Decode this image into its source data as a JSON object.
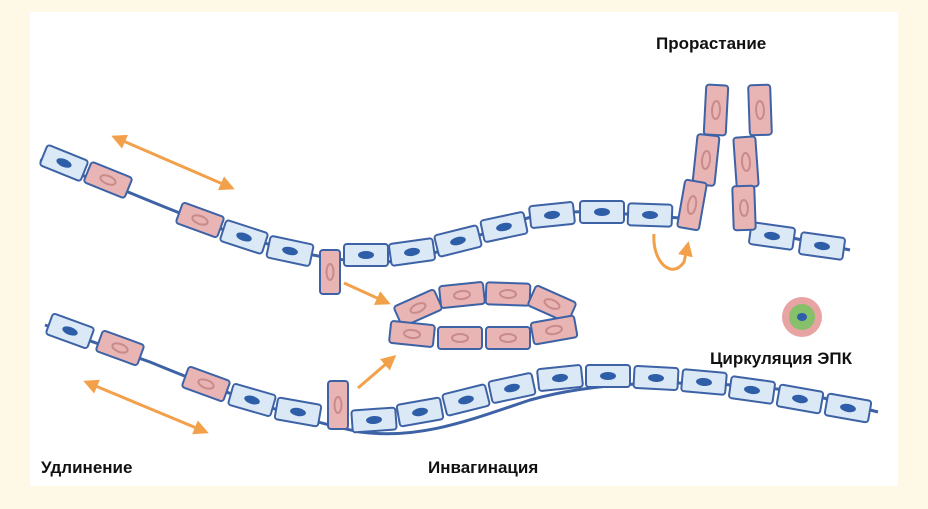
{
  "labels": {
    "sprouting": "Прорастание",
    "circulation": "Циркуляция ЭПК",
    "elongation": "Удлинение",
    "invagination": "Инвагинация"
  },
  "colors": {
    "background": "#fdf9e6",
    "panel": "#ffffff",
    "cell_blue_fill": "#dbe8f5",
    "cell_pink_fill": "#e9b4b4",
    "cell_outline": "#3d62a6",
    "nucleus_blue": "#2e5ea8",
    "nucleus_pink": "#c98a8a",
    "arrow": "#f3a04a",
    "epc_outer": "#e8a3a3",
    "epc_inner": "#86c06a"
  }
}
